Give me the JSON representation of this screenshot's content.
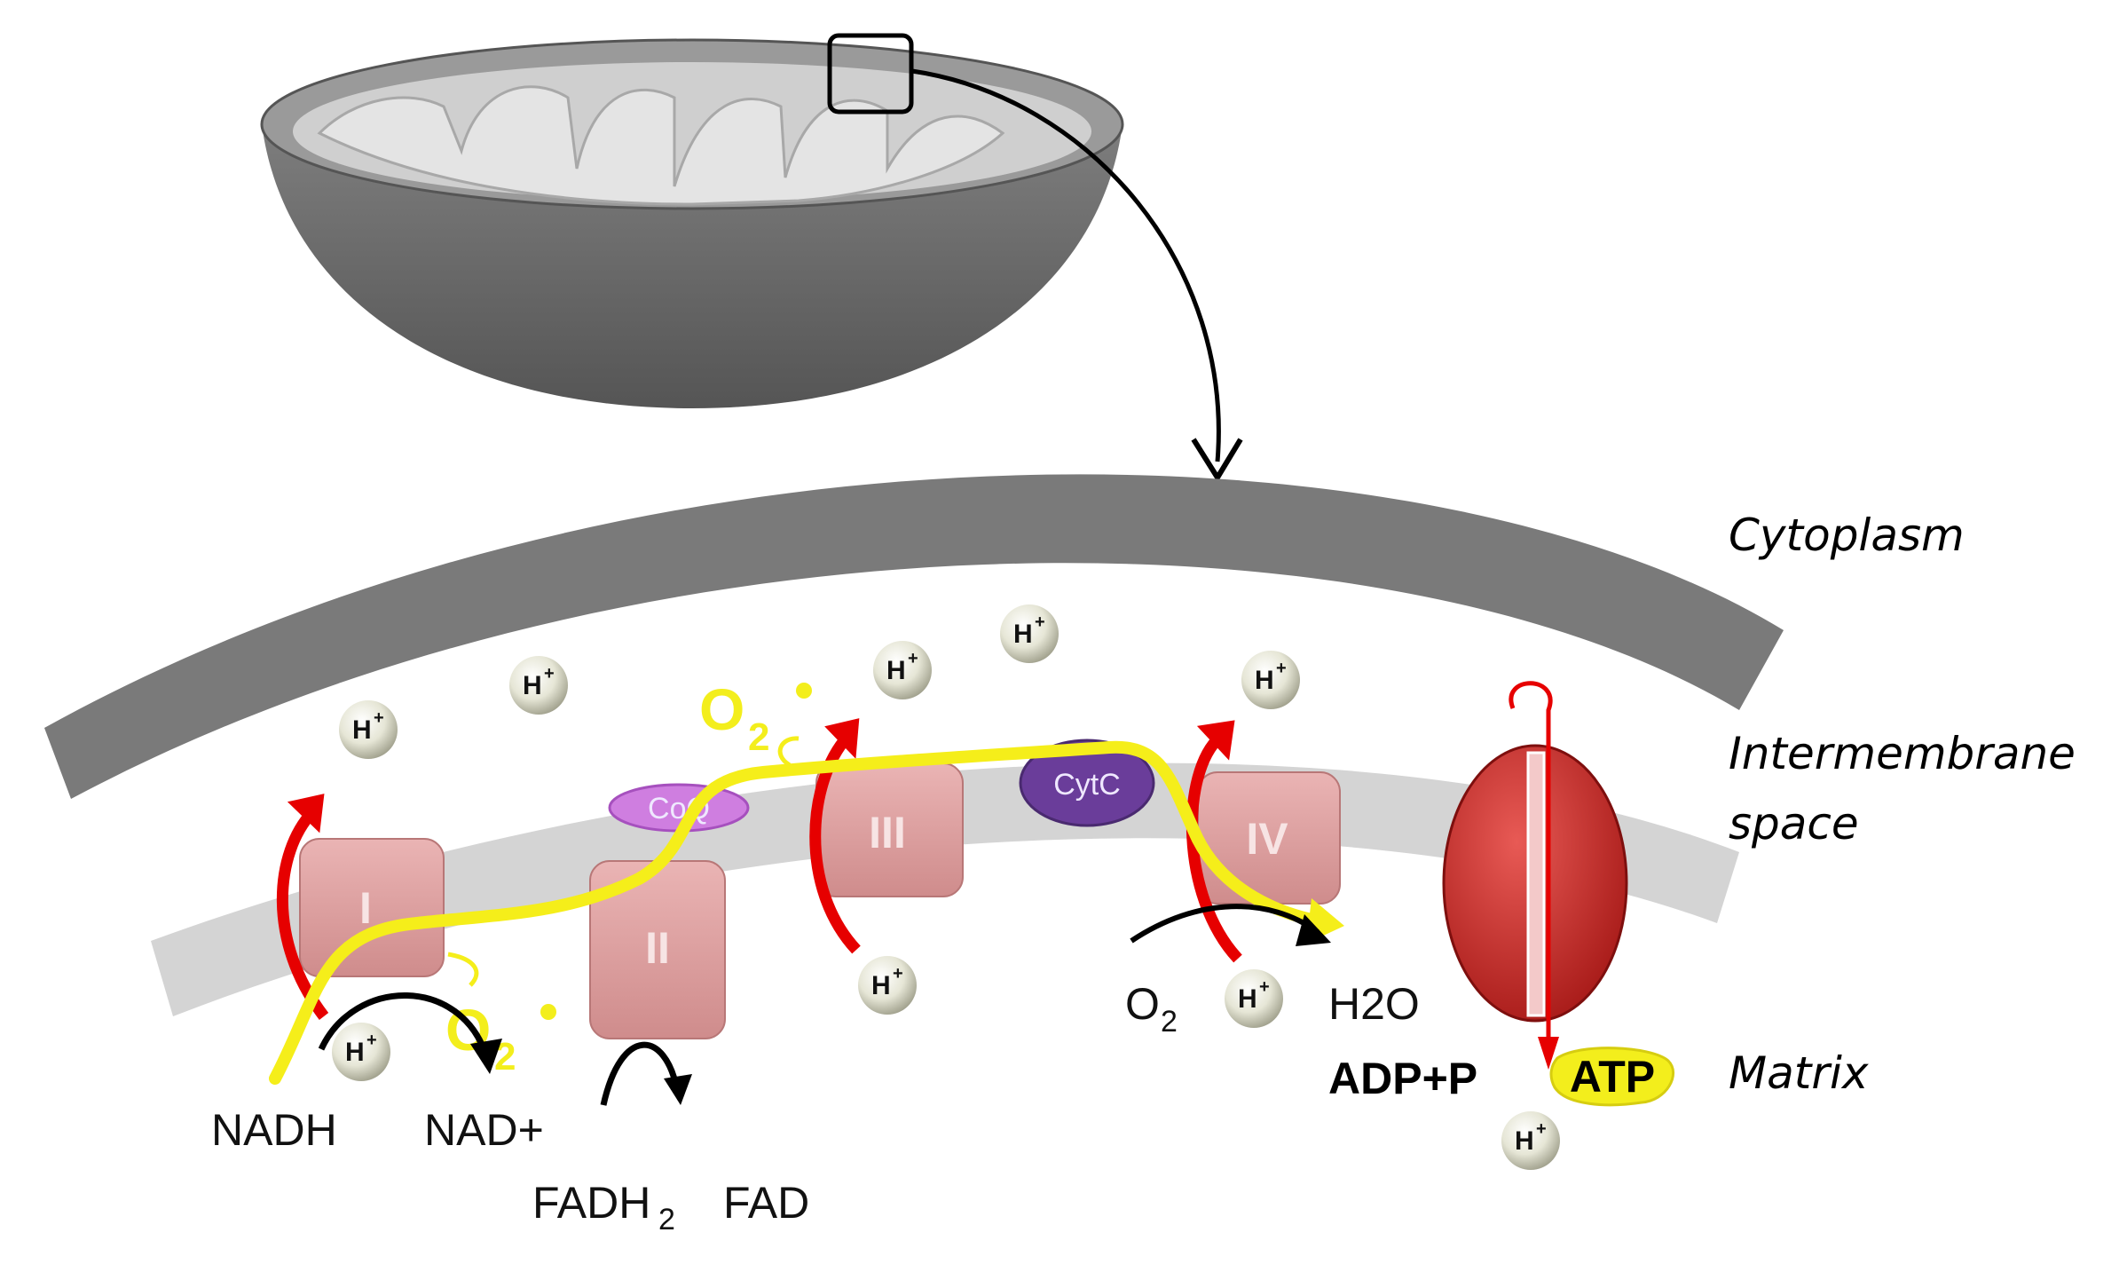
{
  "regions": {
    "cytoplasm": "Cytoplasm",
    "intermembrane_line1": "Intermembrane",
    "intermembrane_line2": "space",
    "matrix": "Matrix"
  },
  "complexes": {
    "c1": "I",
    "c2": "II",
    "c3": "III",
    "c4": "IV"
  },
  "carriers": {
    "coq": "CoQ",
    "cytc": "CytC"
  },
  "molecules": {
    "nadh": "NADH",
    "nad_plus": "NAD+",
    "fadh_main": "FADH",
    "fadh_sub": "2",
    "fad": "FAD",
    "o2_main": "O",
    "o2_sub": "2",
    "h2o": "H2O",
    "adp_p": "ADP+P",
    "atp": "ATP"
  },
  "proton": {
    "main": "H",
    "sup": "+"
  },
  "superoxide": {
    "main": "O",
    "sub": "2"
  },
  "colors": {
    "membrane_outer": "#7a7a7a",
    "membrane_inner": "#d4d4d4",
    "complex": "#e3a3a3",
    "electron_path": "#f5ee1a",
    "proton_pump": "#e60000",
    "atp_synthase": "#c8201f",
    "cytc": "#6a3d9a",
    "coq": "#cf7ee0"
  }
}
